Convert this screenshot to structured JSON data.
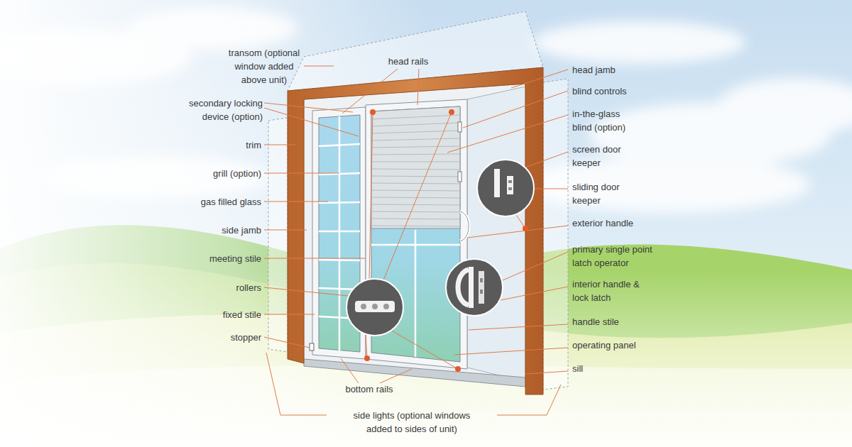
{
  "diagram": {
    "labels": [
      "transom (optional window added above unit)",
      "head rails",
      "head jamb",
      "blind controls",
      "secondary locking device (option)",
      "in-the-glass blind (option)",
      "trim",
      "screen door keeper",
      "grill (option)",
      "sliding door keeper",
      "gas filled glass",
      "side jamb",
      "exterior handle",
      "meeting stile",
      "primary single point latch operator",
      "rollers",
      "interior handle & lock latch",
      "fixed stile",
      "handle stile",
      "stopper",
      "operating panel",
      "sill",
      "bottom rails",
      "side lights (optional windows added to sides of unit)"
    ]
  }
}
